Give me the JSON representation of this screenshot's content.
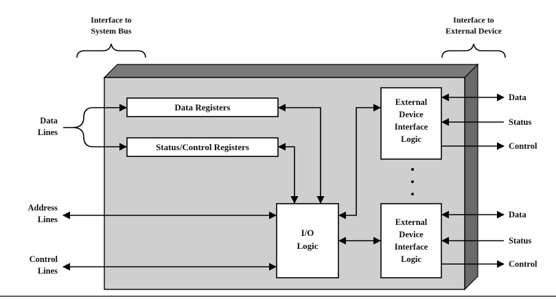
{
  "header": {
    "left_title_1": "Interface to",
    "left_title_2": "System Bus",
    "right_title_1": "Interface to",
    "right_title_2": "External Device"
  },
  "left_side": {
    "data_lines_1": "Data",
    "data_lines_2": "Lines",
    "address_lines_1": "Address",
    "address_lines_2": "Lines",
    "control_lines_1": "Control",
    "control_lines_2": "Lines"
  },
  "blocks": {
    "data_registers": "Data Registers",
    "status_control_registers": "Status/Control Registers",
    "io_logic_1": "I/O",
    "io_logic_2": "Logic",
    "ext_top": [
      "External",
      "Device",
      "Interface",
      "Logic"
    ],
    "ext_bottom": [
      "External",
      "Device",
      "Interface",
      "Logic"
    ]
  },
  "right_side": {
    "top_data": "Data",
    "top_status": "Status",
    "top_control": "Control",
    "bottom_data": "Data",
    "bottom_status": "Status",
    "bottom_control": "Control"
  },
  "colors": {
    "module_fill": "#cfcfcf",
    "module_top": "#7a7a7a",
    "module_side": "#6a6a6a"
  }
}
